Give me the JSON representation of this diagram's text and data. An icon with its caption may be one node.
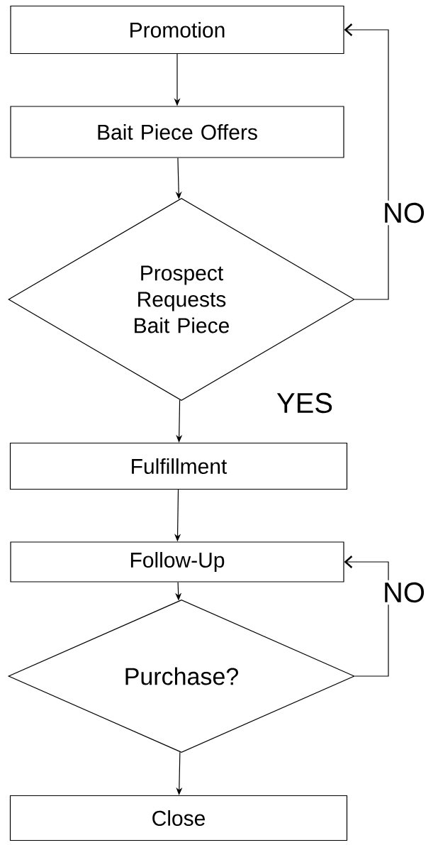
{
  "diagram": {
    "nodes": [
      {
        "text": [
          "Promotion"
        ]
      },
      {
        "text": [
          "Bait Piece Offers"
        ]
      },
      {
        "text": [
          "Prospect Requests Bait Piece"
        ]
      },
      {
        "text": [
          "Fulfillment"
        ]
      },
      {
        "text": [
          "Follow-Up"
        ]
      },
      {
        "text": [
          "Purchase?"
        ]
      },
      {
        "text": [
          "Close"
        ]
      }
    ],
    "edges": [
      {
        "from": 0,
        "to": 1,
        "arrow": "to"
      },
      {
        "from": 1,
        "to": 2,
        "arrow": "to"
      },
      {
        "from": 2,
        "to": 3,
        "arrow": "to",
        "label": "YES"
      },
      {
        "from": 2,
        "to": 0,
        "arrow": "to",
        "label": "NO"
      },
      {
        "from": 3,
        "to": 4,
        "arrow": "to"
      },
      {
        "from": 4,
        "to": 5,
        "arrow": "to"
      },
      {
        "from": 5,
        "to": 4,
        "arrow": "to",
        "label": "NO"
      },
      {
        "from": 5,
        "to": 6,
        "arrow": "to"
      }
    ]
  }
}
